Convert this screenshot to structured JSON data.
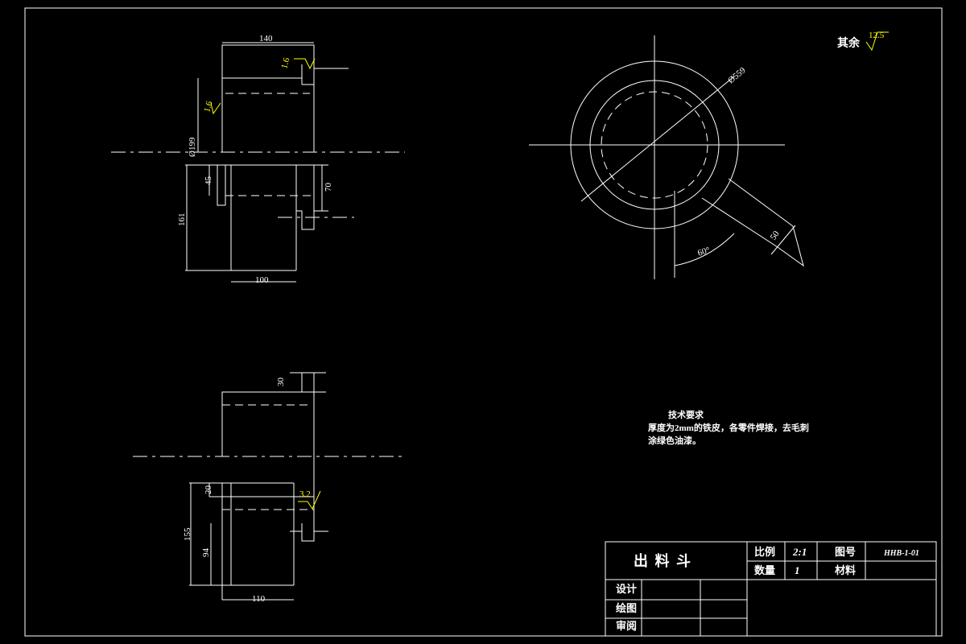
{
  "dimensions": {
    "d140": "140",
    "d199": "Ø199",
    "d45": "45",
    "d70": "70",
    "d161": "161",
    "d100": "100",
    "d559": "Ø559",
    "d50": "50",
    "d60": "60°",
    "d30": "30",
    "d20": "20",
    "d155": "155",
    "d94": "94",
    "d110": "110"
  },
  "roughness": {
    "r1": "1.6",
    "r2": "1.6",
    "r3": "3.2",
    "rest_label": "其余",
    "rest_value": "12.5"
  },
  "tech_notes": {
    "title": "技术要求",
    "line1": "厚度为2mm的铁皮，各零件焊接，去毛刺",
    "line2": "涂绿色油漆。"
  },
  "title_block": {
    "part_name": "出  料  斗",
    "scale_label": "比例",
    "scale_value": "2:1",
    "drawing_no_label": "图号",
    "drawing_no_value": "HHB-1-01",
    "qty_label": "数量",
    "qty_value": "1",
    "material_label": "材料",
    "material_value": "",
    "design_label": "设计",
    "draw_label": "绘图",
    "review_label": "审阅"
  }
}
